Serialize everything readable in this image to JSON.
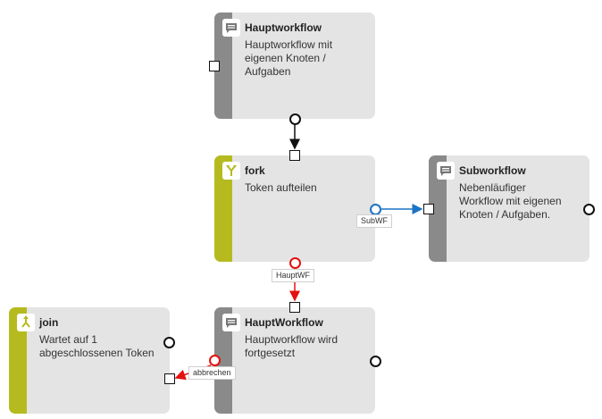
{
  "nodes": {
    "hauptworkflow": {
      "title": "Hauptworkflow",
      "desc": "Hauptworkflow mit eigenen Knoten / Aufgaben",
      "icon": "comment-icon"
    },
    "fork": {
      "title": "fork",
      "desc": "Token aufteilen",
      "icon": "fork-icon"
    },
    "subworkflow": {
      "title": "Subworkflow",
      "desc": "Nebenläufiger Workflow mit eigenen Knoten / Aufgaben.",
      "icon": "comment-icon"
    },
    "join": {
      "title": "join",
      "desc": "Wartet auf 1 abgeschlossenen Token",
      "icon": "join-icon"
    },
    "hauptworkflow2": {
      "title": "HauptWorkflow",
      "desc": "Hauptworkflow wird fortgesetzt",
      "icon": "comment-icon"
    }
  },
  "edges": {
    "subwf": {
      "label": "SubWF",
      "color": "#1c74c4"
    },
    "hauptwf": {
      "label": "HauptWF",
      "color": "#e51010"
    },
    "abbrechen": {
      "label": "abbrechen",
      "color": "#e51010"
    },
    "default": {
      "color": "#111111"
    }
  },
  "colors": {
    "node_bg": "#e4e4e4",
    "strip_gray": "#8a8a8a",
    "strip_olive": "#b5bb1f"
  }
}
